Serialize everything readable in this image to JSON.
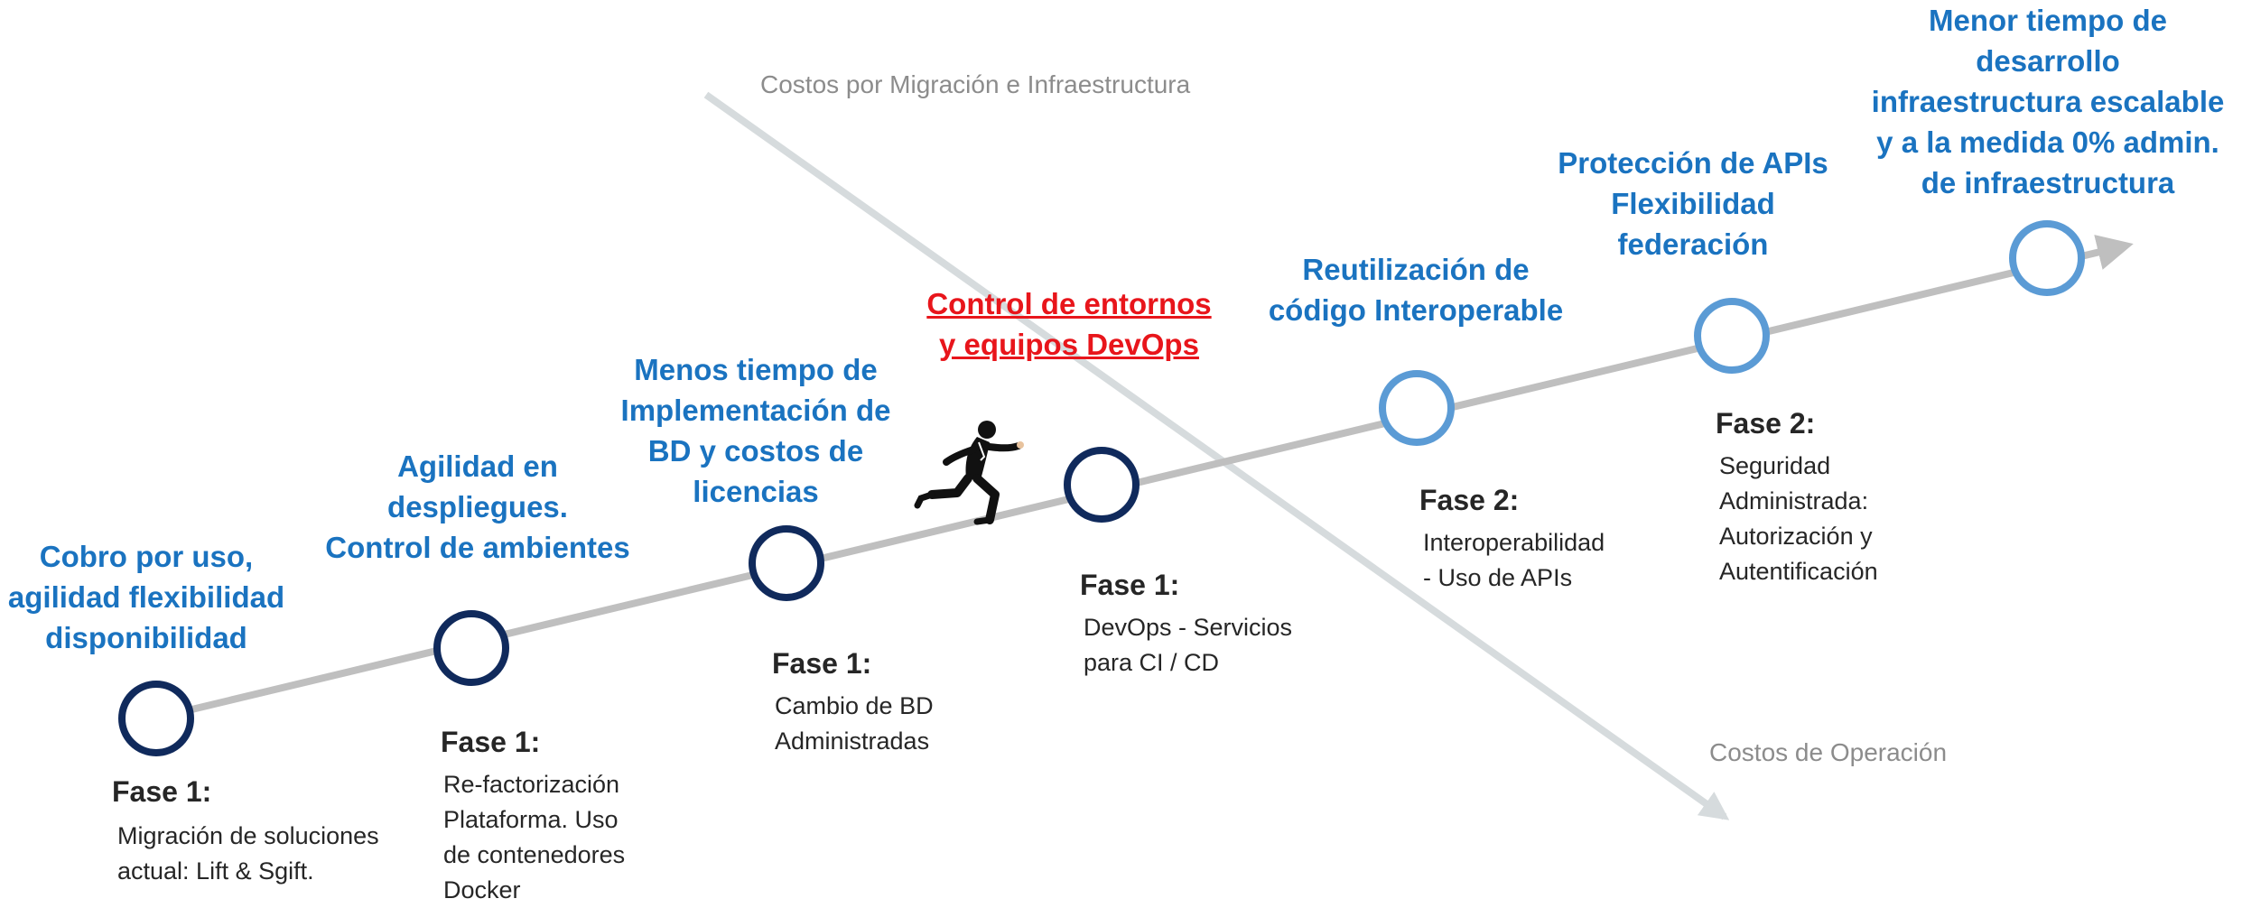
{
  "colors": {
    "benefit_text": "#1a73c0",
    "highlight_text": "#e8151b",
    "phase_text": "#262626",
    "timeline_line": "#bfbfbf",
    "cost_arrow": "#d6dbdd",
    "node_dark": "#102a5c",
    "node_light": "#5b9bd5"
  },
  "cost_arrows": {
    "migration": "Costos por Migración e Infraestructura",
    "operation": "Costos de Operación"
  },
  "benefits": [
    {
      "lines": [
        "Cobro por uso,",
        "agilidad flexibilidad",
        "disponibilidad"
      ]
    },
    {
      "lines": [
        "Agilidad en",
        "despliegues.",
        "Control de ambientes"
      ]
    },
    {
      "lines": [
        "Menos tiempo de",
        "Implementación de",
        "BD y costos de",
        "licencias"
      ]
    },
    {
      "lines": [
        "Control de entornos",
        "y equipos DevOps"
      ]
    },
    {
      "lines": [
        "Reutilización de",
        "código Interoperable"
      ]
    },
    {
      "lines": [
        "Protección de APIs",
        "Flexibilidad",
        "federación"
      ]
    },
    {
      "lines": [
        "Menor tiempo de",
        "desarrollo",
        "infraestructura escalable",
        "y a la medida 0% admin.",
        "de infraestructura"
      ]
    }
  ],
  "phases": [
    {
      "title": "Fase 1:",
      "lines": [
        "Migración de soluciones",
        "actual: Lift & Sgift."
      ]
    },
    {
      "title": "Fase 1:",
      "lines": [
        "Re-factorización",
        "Plataforma. Uso",
        "de contenedores",
        "Docker"
      ]
    },
    {
      "title": "Fase 1:",
      "lines": [
        "Cambio de BD",
        "Administradas"
      ]
    },
    {
      "title": "Fase 1:",
      "lines": [
        "DevOps - Servicios",
        "para CI / CD"
      ]
    },
    {
      "title": "Fase 2:",
      "lines": [
        "Interoperabilidad",
        "- Uso de APIs"
      ]
    },
    {
      "title": "Fase 2:",
      "lines": [
        "Seguridad",
        "Administrada:",
        "Autorización y",
        "Autentificación"
      ]
    }
  ],
  "milestones": [
    {
      "tone": "dark"
    },
    {
      "tone": "dark"
    },
    {
      "tone": "dark"
    },
    {
      "tone": "dark"
    },
    {
      "tone": "light"
    },
    {
      "tone": "light"
    },
    {
      "tone": "light"
    }
  ],
  "runner_icon": "running-businessman-icon"
}
